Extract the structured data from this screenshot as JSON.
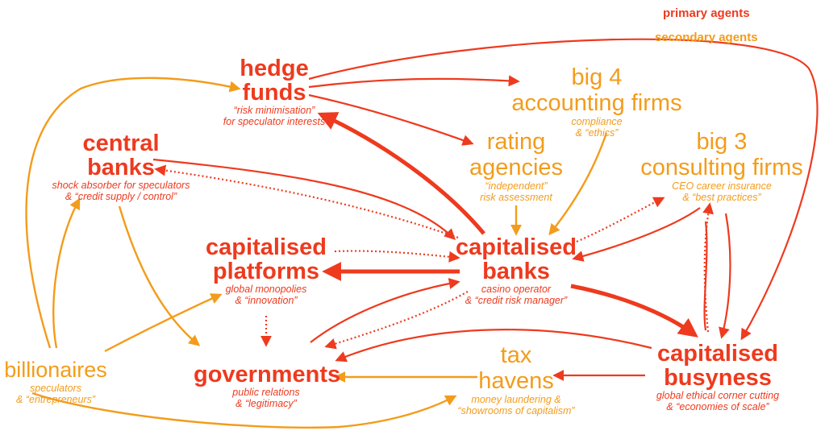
{
  "colors": {
    "primary": "#ee3a1e",
    "secondary": "#f39c1b"
  },
  "legend": {
    "primary": "primary agents",
    "secondary": "secondary agents"
  },
  "nodes": {
    "hedge_funds": {
      "title1": "hedge",
      "title2": "funds",
      "sub1": "“risk minimisation”",
      "sub2": "for speculator interests"
    },
    "big4": {
      "title1": "big 4",
      "title2": "accounting firms",
      "sub1": "compliance",
      "sub2": "& “ethics”"
    },
    "central_banks": {
      "title1": "central",
      "title2": "banks",
      "sub1": "shock absorber for speculators",
      "sub2": "& “credit supply / control”"
    },
    "rating": {
      "title1": "rating",
      "title2": "agencies",
      "sub1": "“independent”",
      "sub2": "risk assessment"
    },
    "big3": {
      "title1": "big 3",
      "title2": "consulting firms",
      "sub1": "CEO career insurance",
      "sub2": "& “best practices”"
    },
    "platforms": {
      "title1": "capitalised",
      "title2": "platforms",
      "sub1": "global monopolies",
      "sub2": "& “innovation”"
    },
    "banks": {
      "title1": "capitalised",
      "title2": "banks",
      "sub1": "casino operator",
      "sub2": "& “credit risk manager”"
    },
    "billionaires": {
      "title1": "billionaires",
      "sub1": "speculators",
      "sub2": "& “entrepreneurs”"
    },
    "governments": {
      "title1": "governments",
      "sub1": "public relations",
      "sub2": "& “legitimacy”"
    },
    "tax": {
      "title1": "tax",
      "title2": "havens",
      "sub1": "money laundering &",
      "sub2": "“showrooms of capitalism”"
    },
    "busyness": {
      "title1": "capitalised",
      "title2": "busyness",
      "sub1": "global ethical corner cutting",
      "sub2": "& “economies of scale”"
    }
  }
}
